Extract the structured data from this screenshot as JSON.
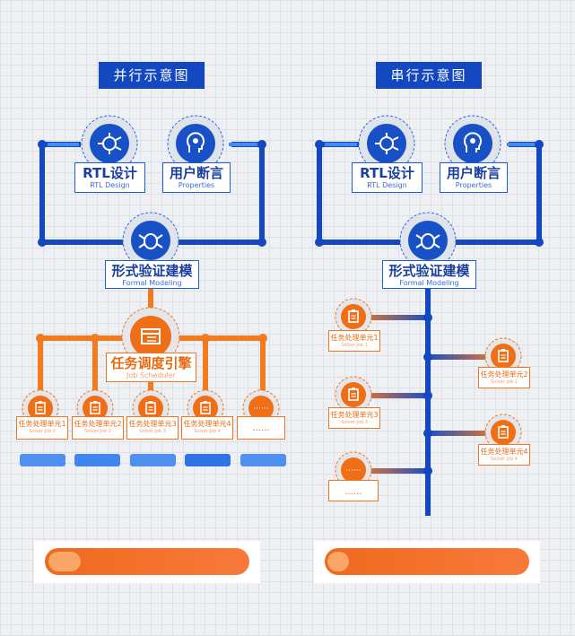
{
  "parallel": {
    "title": "并行示意图",
    "rtl": {
      "cn": "RTL设计",
      "en": "RTL Design"
    },
    "props": {
      "cn": "用户断言",
      "en": "Properties"
    },
    "formal": {
      "cn": "形式验证建模",
      "en": "Formal Modeling"
    },
    "scheduler": {
      "cn": "任务调度引擎",
      "en": "Job Scheduler"
    },
    "solvers": [
      {
        "cn": "任务处理单元1",
        "en": "Solver Job 1"
      },
      {
        "cn": "任务处理单元2",
        "en": "Solver Job 2"
      },
      {
        "cn": "任务处理单元3",
        "en": "Solver Job 3"
      },
      {
        "cn": "任务处理单元4",
        "en": "Solver Job 4"
      },
      {
        "cn": "......",
        "en": ""
      }
    ]
  },
  "serial": {
    "title": "串行示意图",
    "rtl": {
      "cn": "RTL设计",
      "en": "RTL Design"
    },
    "props": {
      "cn": "用户断言",
      "en": "Properties"
    },
    "formal": {
      "cn": "形式验证建模",
      "en": "Formal Modeling"
    },
    "solvers": [
      {
        "cn": "任务处理单元1",
        "en": "Solver Job 1"
      },
      {
        "cn": "任务处理单元2",
        "en": "Solver Job 2"
      },
      {
        "cn": "任务处理单元3",
        "en": "Solver Job 3"
      },
      {
        "cn": "任务处理单元4",
        "en": "Solver Job 4"
      },
      {
        "cn": "......",
        "en": ""
      }
    ]
  },
  "colors": {
    "blue": "#1448c0",
    "orange": "#f47a20",
    "progress": "#f6772a"
  }
}
